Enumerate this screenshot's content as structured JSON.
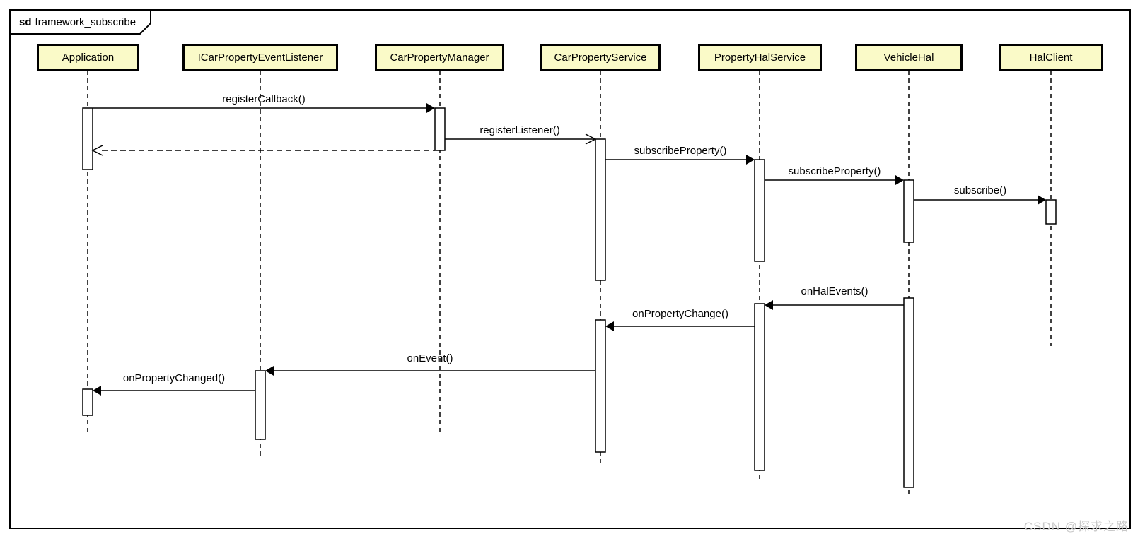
{
  "frame": {
    "keyword": "sd",
    "title": "framework_subscribe"
  },
  "lifelines": [
    {
      "name": "Application"
    },
    {
      "name": "ICarPropertyEventListener"
    },
    {
      "name": "CarPropertyManager"
    },
    {
      "name": "CarPropertyService"
    },
    {
      "name": "PropertyHalService"
    },
    {
      "name": "VehicleHal"
    },
    {
      "name": "HalClient"
    }
  ],
  "messages": [
    {
      "label": "registerCallback()",
      "from": "Application",
      "to": "CarPropertyManager",
      "kind": "sync-call-filled-arrow"
    },
    {
      "label": "",
      "from": "CarPropertyManager",
      "to": "Application",
      "kind": "dashed-return-open-arrow"
    },
    {
      "label": "registerListener()",
      "from": "CarPropertyManager",
      "to": "CarPropertyService",
      "kind": "async-call-open-arrow"
    },
    {
      "label": "subscribeProperty()",
      "from": "CarPropertyService",
      "to": "PropertyHalService",
      "kind": "sync-call-filled-arrow"
    },
    {
      "label": "subscribeProperty()",
      "from": "PropertyHalService",
      "to": "VehicleHal",
      "kind": "sync-call-filled-arrow"
    },
    {
      "label": "subscribe()",
      "from": "VehicleHal",
      "to": "HalClient",
      "kind": "sync-call-filled-arrow"
    },
    {
      "label": "onHalEvents()",
      "from": "VehicleHal",
      "to": "PropertyHalService",
      "kind": "sync-call-filled-arrow"
    },
    {
      "label": "onPropertyChange()",
      "from": "PropertyHalService",
      "to": "CarPropertyService",
      "kind": "sync-call-filled-arrow"
    },
    {
      "label": "onEvent()",
      "from": "CarPropertyService",
      "to": "ICarPropertyEventListener",
      "kind": "sync-call-filled-arrow"
    },
    {
      "label": "onPropertyChanged()",
      "from": "ICarPropertyEventListener",
      "to": "Application",
      "kind": "sync-call-filled-arrow"
    }
  ],
  "watermark": {
    "text": "CSDN @探求之路"
  },
  "colors": {
    "lifeline_head_fill": "#FAFAC8",
    "diagram_line": "#000000",
    "watermark_text": "#C9C9C9",
    "background": "#FFFFFF"
  }
}
